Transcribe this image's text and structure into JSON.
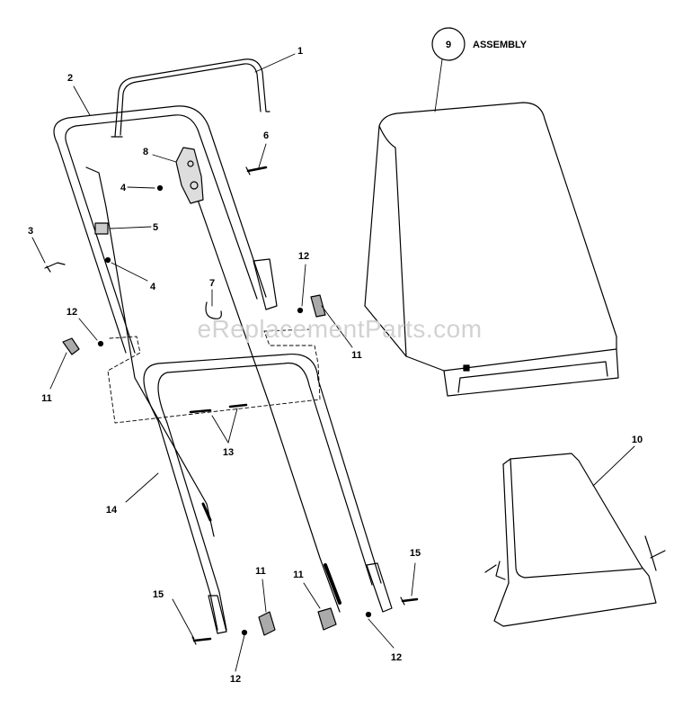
{
  "diagram": {
    "assembly_label": "ASSEMBLY",
    "assembly_number": "9",
    "watermark": "eReplacementParts.com",
    "callouts": {
      "c1": "1",
      "c2": "2",
      "c3": "3",
      "c4a": "4",
      "c4b": "4",
      "c5": "5",
      "c6": "6",
      "c7": "7",
      "c8": "8",
      "c10": "10",
      "c11a": "11",
      "c11b": "11",
      "c11c": "11",
      "c11d": "11",
      "c12a": "12",
      "c12b": "12",
      "c12c": "12",
      "c12d": "12",
      "c13": "13",
      "c14": "14",
      "c15a": "15",
      "c15b": "15"
    }
  }
}
